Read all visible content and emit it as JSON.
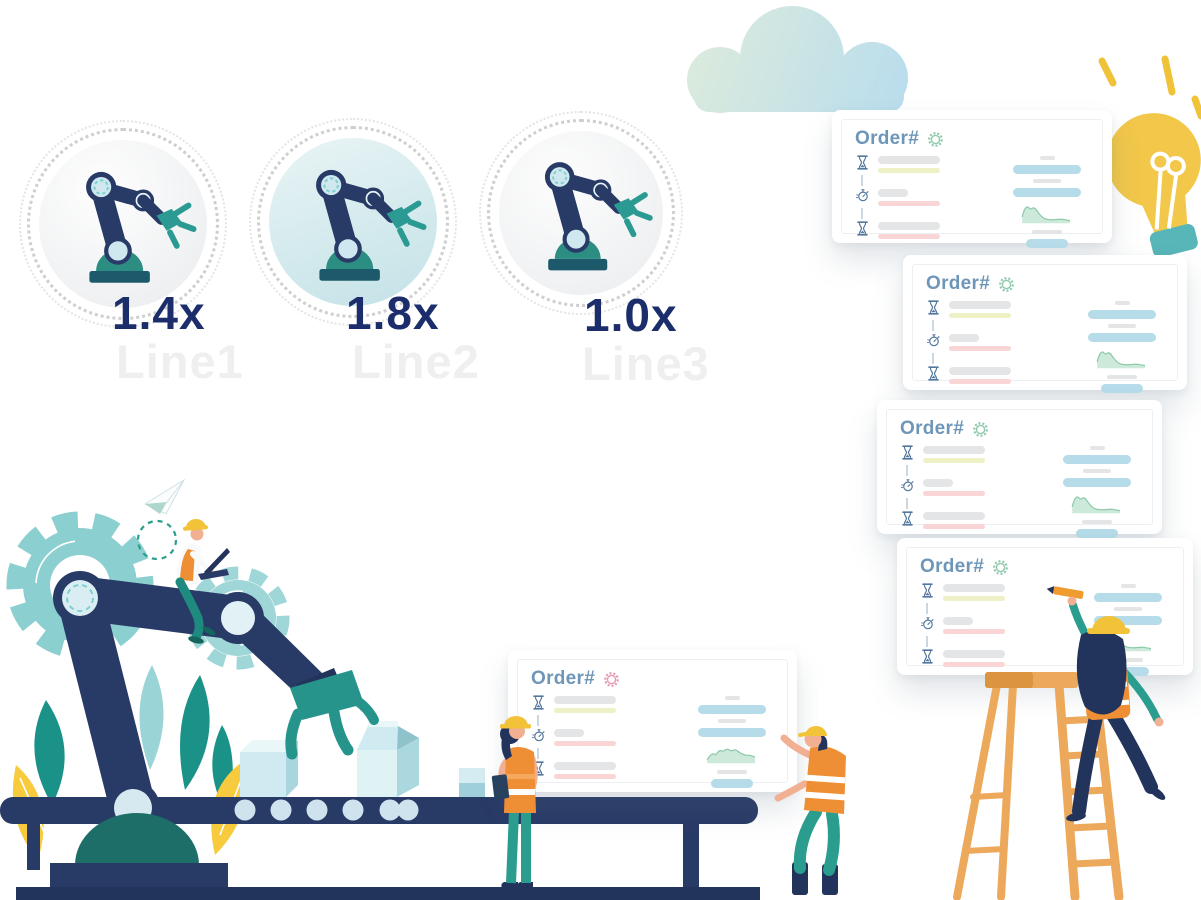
{
  "machines": {
    "items": [
      {
        "multiplier": "1.4x",
        "label": "Line1"
      },
      {
        "multiplier": "1.8x",
        "label": "Line2"
      },
      {
        "multiplier": "1.0x",
        "label": "Line3"
      }
    ],
    "multiplier_color": "#1b2e6b",
    "label_color": "#efefef"
  },
  "cards": {
    "title": "Order#",
    "title_color": "#6e96b8",
    "count": 5,
    "gear_colors": {
      "default": "#8fc9ac",
      "pink_variant": "#e898b0"
    }
  },
  "icons": [
    "robot-arm-icon",
    "gear-icon",
    "hourglass-icon",
    "stopwatch-icon",
    "trend-chart",
    "cloud-icon",
    "lightbulb-icon",
    "paper-plane-icon",
    "conveyor-belt",
    "ladder"
  ],
  "palette": {
    "navy": "#283a66",
    "dark_navy": "#22335c",
    "teal": "#2a9d8f",
    "teal_dark": "#1d6e68",
    "gear_teal": "#8ccfd0",
    "hat_yellow": "#f2c238",
    "vest_orange": "#ef8f35",
    "ladder_orange": "#eda95b",
    "skin": "#f2b093",
    "bar_gray": "#e4e5e7",
    "bar_blue": "#b5dce8",
    "bar_yellow": "#eef1c5",
    "bar_pink": "#f9d6d5",
    "chart_green": "#8ccaa8",
    "bulb_yellow": "#f2c74a",
    "bulb_base": "#58b5b8",
    "cloud_from": "#dcebdc",
    "cloud_to": "#b7dcee"
  }
}
